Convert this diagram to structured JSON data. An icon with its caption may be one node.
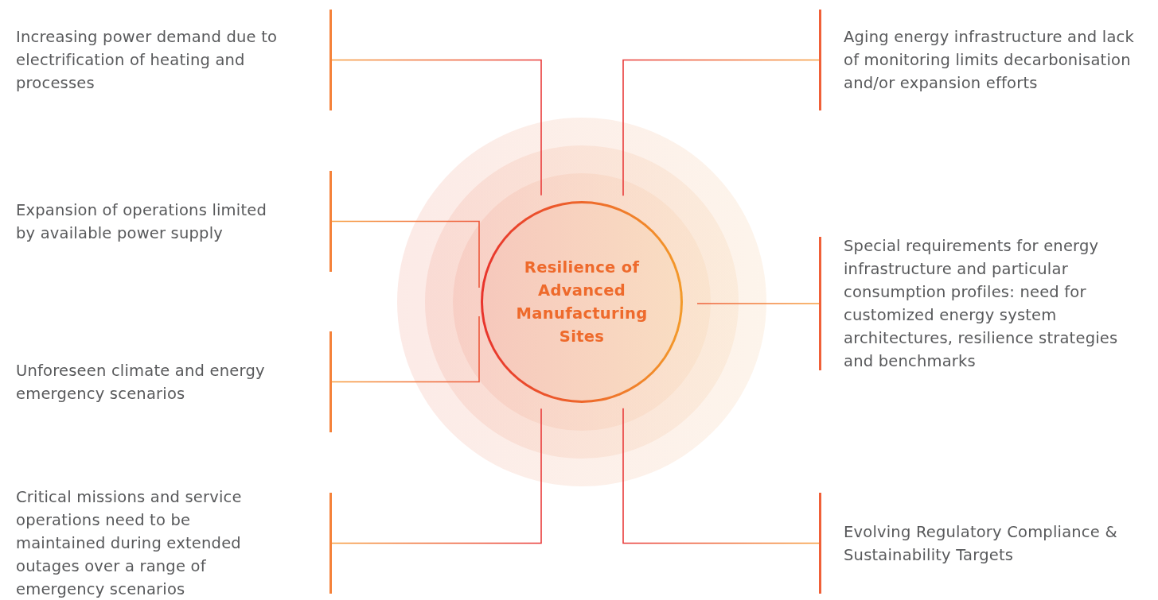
{
  "diagram": {
    "nodes": [
      {
        "text": [
          "Resilience of Advanced Manufacturing Sites"
        ]
      },
      {
        "text": [
          "Increasing power demand due to electrification of heating and processes"
        ]
      },
      {
        "text": [
          "Expansion of operations limited by available power supply"
        ]
      },
      {
        "text": [
          "Unforeseen climate and energy emergency scenarios"
        ]
      },
      {
        "text": [
          "Critical missions and service operations need to be maintained during extended outages over a range of emergency scenarios"
        ]
      },
      {
        "text": [
          "Aging energy infrastructure and lack of monitoring limits decarbonisation and/or expansion efforts"
        ]
      },
      {
        "text": [
          "Special requirements for energy infrastructure and particular consumption profiles: need for customized energy system architectures, resilience strategies and benchmarks"
        ]
      },
      {
        "text": [
          "Evolving Regulatory Compliance & Sustainability Targets"
        ]
      }
    ],
    "edges": [
      {
        "from": 1,
        "to": 0,
        "arrow": "none"
      },
      {
        "from": 2,
        "to": 0,
        "arrow": "none"
      },
      {
        "from": 3,
        "to": 0,
        "arrow": "none"
      },
      {
        "from": 4,
        "to": 0,
        "arrow": "none"
      },
      {
        "from": 5,
        "to": 0,
        "arrow": "none"
      },
      {
        "from": 6,
        "to": 0,
        "arrow": "none"
      },
      {
        "from": 7,
        "to": 0,
        "arrow": "none"
      }
    ]
  }
}
